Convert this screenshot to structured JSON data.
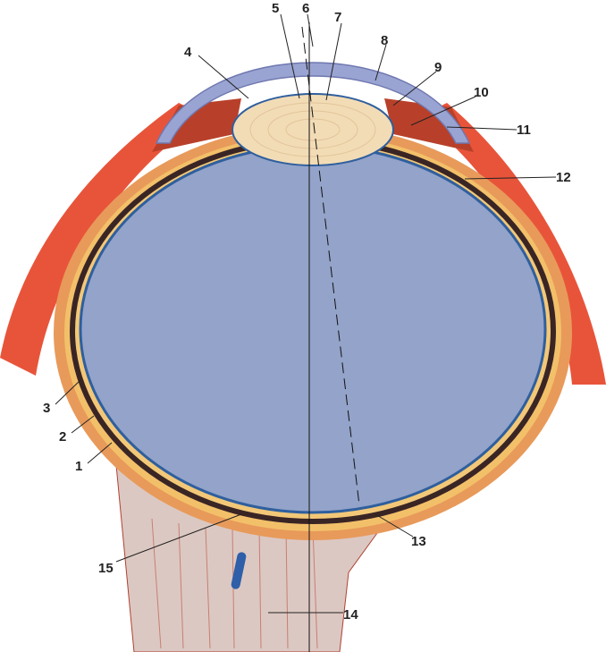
{
  "diagram": {
    "labels": [
      "1",
      "2",
      "3",
      "4",
      "5",
      "6",
      "7",
      "8",
      "9",
      "10",
      "11",
      "12",
      "13",
      "14",
      "15"
    ]
  },
  "colors": {
    "vitreous": "#93a3c9",
    "cornea": "#9aa4d2",
    "lens": "#f2dcb6",
    "sclera": "#f0c070",
    "choroid": "#2b2020",
    "retina": "#2f5f9e",
    "muscle": "#c8402a",
    "nerve": "#d9c7c0"
  }
}
